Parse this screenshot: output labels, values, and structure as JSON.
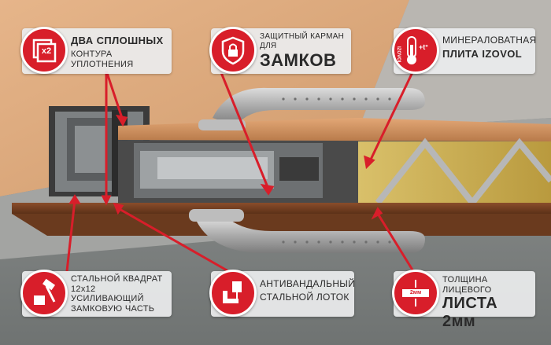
{
  "callouts": {
    "seal": {
      "line1": "ДВА СПЛОШНЫХ",
      "line2": "КОНТУРА УПЛОТНЕНИЯ",
      "badge_text": "x2",
      "icon": "double-seal-icon"
    },
    "pocket": {
      "line1": "ЗАЩИТНЫЙ КАРМАН ДЛЯ",
      "line2": "ЗАМКОВ",
      "icon": "shield-lock-icon"
    },
    "insulation": {
      "line1": "МИНЕРАЛОВАТНАЯ",
      "line2": "ПЛИТА IZOVOL",
      "icon_text": "IZOVOL",
      "temp_text": "+t°",
      "icon": "thermometer-icon"
    },
    "square": {
      "line1": "СТАЛЬНОЙ КВАДРАТ",
      "line2": "12х12 УСИЛИВАЮЩИЙ",
      "line3": "ЗАМКОВУЮ ЧАСТЬ",
      "icon": "hammer-icon"
    },
    "tray": {
      "line1": "АНТИВАНДАЛЬНЫЙ",
      "line2": "СТАЛЬНОЙ ЛОТОК",
      "icon": "drill-icon"
    },
    "sheet": {
      "line1": "ТОЛЩИНА ЛИЦЕВОГО",
      "line2": "ЛИСТА 2мм",
      "icon_text": "2мм",
      "icon": "sheet-thickness-icon"
    }
  },
  "colors": {
    "accent": "#d81e2a",
    "panel": "#ebeced",
    "wall": "#d9a477",
    "floor": "#8a8f8f"
  }
}
